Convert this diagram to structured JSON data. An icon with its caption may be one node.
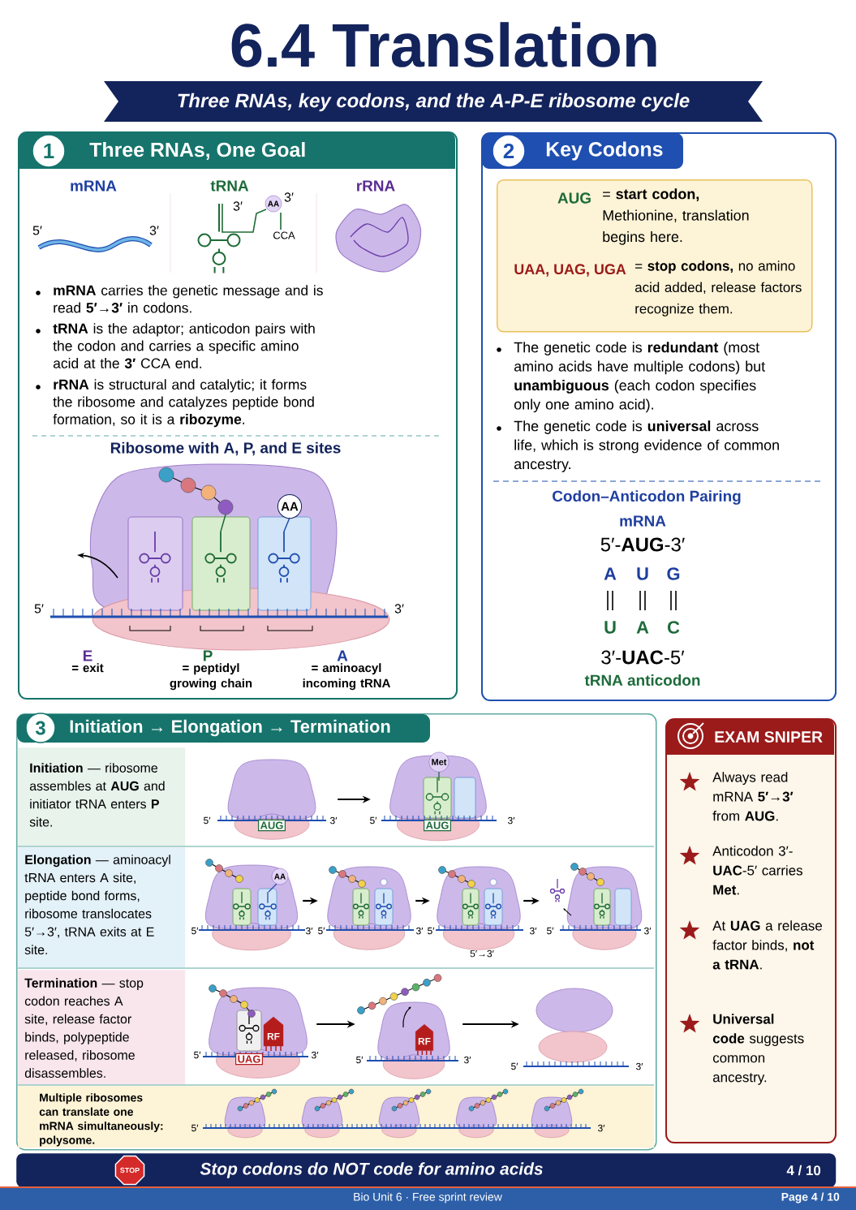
{
  "diagram": {
    "title": "6.4 Translation",
    "nodes": [
      {
        "text": [
          "Three RNAs, key codons, and the A-P-E ribosome cycle"
        ]
      },
      {
        "text": [
          "1",
          "Three RNAs, One Goal",
          "mRNA",
          "tRNA",
          "rRNA",
          "**mRNA** carries the genetic message and is read **5′→3′** in codons.",
          "**tRNA** is the adaptor; anticodon pairs with the codon and carries a specific amino acid at the **3′** CCA end.",
          "**rRNA** is structural and catalytic; it forms the ribosome and catalyzes peptide bond formation, so it is a **ribozyme**.",
          "Ribosome with A, P, and E sites",
          "E",
          "= exit",
          "P",
          "= peptidyl growing chain",
          "A",
          "= aminoacyl incoming tRNA"
        ]
      },
      {
        "text": [
          "2",
          "Key Codons",
          "The genetic code is **redundant** (most amino acids have multiple codons) but **unambiguous** (each codon specifies only one amino acid).",
          "The genetic code is **universal** across life, which is strong evidence of common ancestry.",
          "Codon–Anticodon Pairing",
          "mRNA",
          "5′-**AUG**-3′",
          "3′-**UAC**-5′",
          "tRNA anticodon"
        ]
      },
      {
        "text": [
          "AUG",
          "= **start codon,** Methionine, translation begins here.",
          "UAA, UAG, UGA",
          "= **stop codons,** no amino acid added, release factors recognize them."
        ],
        "in": 2
      },
      {
        "text": [
          "3",
          "Initiation → Elongation → Termination"
        ]
      },
      {
        "text": [
          "**Initiation** — ribosome assembles at **AUG** and initiator tRNA enters **P** site."
        ],
        "in": 4
      },
      {
        "text": [],
        "shape": "picture",
        "in": 4
      },
      {
        "text": [],
        "shape": "picture",
        "in": 4
      },
      {
        "text": [
          "**Elongation** — aminoacyl tRNA enters A site, peptide bond forms, ribosome translocates 5′→3′, tRNA exits at E site."
        ],
        "in": 4
      },
      {
        "text": [],
        "shape": "picture",
        "in": 4
      },
      {
        "text": [],
        "shape": "picture",
        "in": 4
      },
      {
        "text": [],
        "shape": "picture",
        "in": 4
      },
      {
        "text": [],
        "shape": "picture",
        "in": 4
      },
      {
        "text": [
          "**Termination** — stop codon reaches A site, release factor binds, polypeptide released, ribosome disassembles."
        ],
        "in": 4
      },
      {
        "text": [],
        "shape": "picture",
        "in": 4
      },
      {
        "text": [],
        "shape": "picture",
        "in": 4
      },
      {
        "text": [],
        "shape": "picture",
        "in": 4
      },
      {
        "text": [
          "Multiple ribosomes can translate one mRNA simultaneously: polysome."
        ],
        "in": 4
      },
      {
        "text": [
          "EXAM SNIPER",
          "Always read mRNA **5′→3′** from **AUG**.",
          "Anticodon 3′-**UAC**-5′ carries **Met**.",
          "At **UAG** a release factor binds, **not a tRNA**.",
          "**Universal code** suggests common ancestry."
        ]
      },
      {
        "text": [
          "Stop codons do NOT code for amino acids",
          "4 / 10"
        ]
      }
    ],
    "edges": [
      {
        "from": 6,
        "to": 7,
        "arrow": "to"
      },
      {
        "from": 9,
        "to": 10,
        "arrow": "to"
      },
      {
        "from": 10,
        "to": 11,
        "arrow": "to"
      },
      {
        "from": 11,
        "to": 12,
        "arrow": "to"
      },
      {
        "from": 14,
        "to": 15,
        "arrow": "to"
      },
      {
        "from": 15,
        "to": 16,
        "arrow": "to"
      }
    ],
    "labels": [
      "5′",
      "3′",
      "3′",
      "AA",
      "3′",
      "CCA",
      "AA",
      "5′",
      "3′",
      "A",
      "U",
      "G",
      "U",
      "A",
      "C",
      "5′",
      "AUG",
      "3′",
      "Met",
      "5′",
      "AUG",
      "3′",
      "AA",
      "5′",
      "3′",
      "5′",
      "3′",
      "5′",
      "3′",
      "5′",
      "3′",
      "5′→3′",
      "RF",
      "5′",
      "UAG",
      "3′",
      "RF",
      "5′",
      "3′",
      "5′",
      "3′",
      "5′",
      "3′",
      "STOP",
      "Bio Unit 6 · Free sprint review",
      "Page 4 / 10"
    ]
  }
}
